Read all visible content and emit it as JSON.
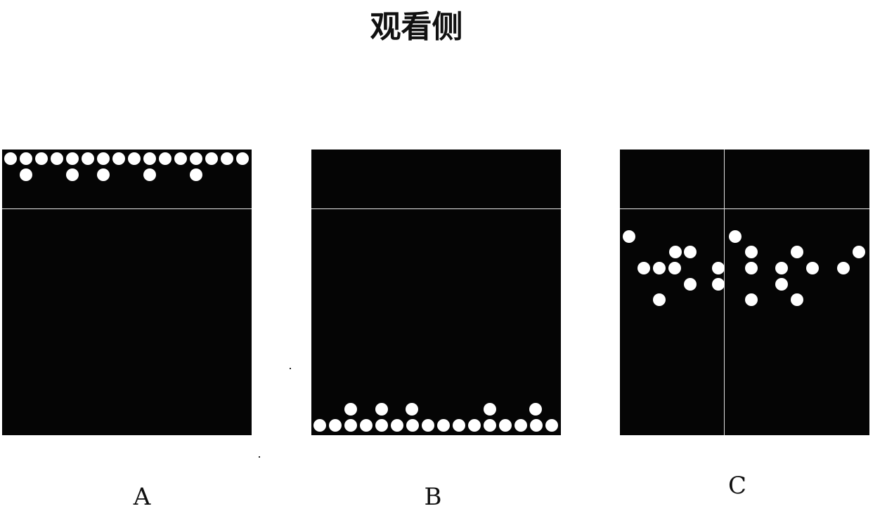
{
  "title": "观看侧",
  "panels": [
    {
      "id": "A",
      "label": "A"
    },
    {
      "id": "B",
      "label": "B"
    },
    {
      "id": "C",
      "label": "C"
    }
  ],
  "colors": {
    "panel_background": "#050505",
    "particle": "#ffffff",
    "divider_line": "#e8e8e8"
  }
}
